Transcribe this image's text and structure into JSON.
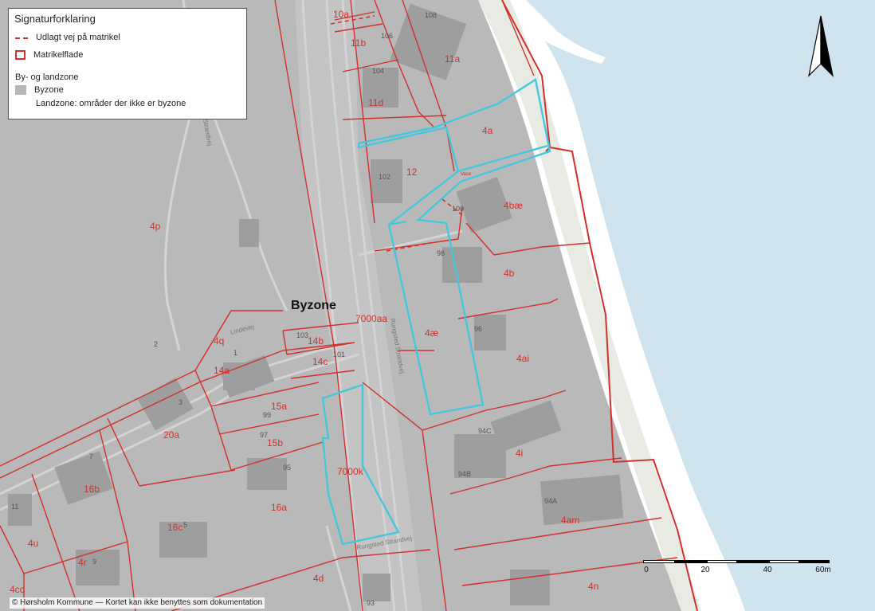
{
  "legend": {
    "title": "Signaturforklaring",
    "road": "Udlagt vej på matrikel",
    "parcel": "Matrikelflade",
    "zone_heading": "By- og landzone",
    "byzone": "Byzone",
    "landzone": "Landzone: områder der ikke er byzone"
  },
  "zone_label": "Byzone",
  "parcels": [
    "10a",
    "11b",
    "11a",
    "11d",
    "4a",
    "12",
    "4bæ",
    "4p",
    "4b",
    "7000aa",
    "4æ",
    "4q",
    "14b",
    "14c",
    "14a",
    "4ai",
    "15a",
    "15b",
    "20a",
    "4i",
    "7000k",
    "16b",
    "16a",
    "16c",
    "4am",
    "4u",
    "4r",
    "4d",
    "4n",
    "4cc"
  ],
  "house_numbers": [
    "108",
    "106",
    "104",
    "102",
    "100",
    "98",
    "103",
    "101",
    "96",
    "1",
    "2",
    "3",
    "99",
    "97",
    "95",
    "94C",
    "94B",
    "94A",
    "7",
    "11",
    "5",
    "9",
    "93"
  ],
  "street_labels": [
    "Strandvej",
    "Lindevej",
    "Rungsted Strandvej",
    "Rungsted Strandvej"
  ],
  "small_note": "Vase",
  "copyright": "© Hørsholm Kommune — Kortet kan ikke benyttes som dokumentation",
  "scale": {
    "labels": [
      "0",
      "20",
      "40",
      "60m"
    ],
    "values": [
      0,
      20,
      40,
      60
    ]
  },
  "colors": {
    "parcel": "#d0312d",
    "highlight": "#45c6dc",
    "water": "#cfe4ef",
    "land": "#b9b9b9",
    "beach": "#e8ebe3"
  },
  "north_arrow": "north-arrow-icon"
}
